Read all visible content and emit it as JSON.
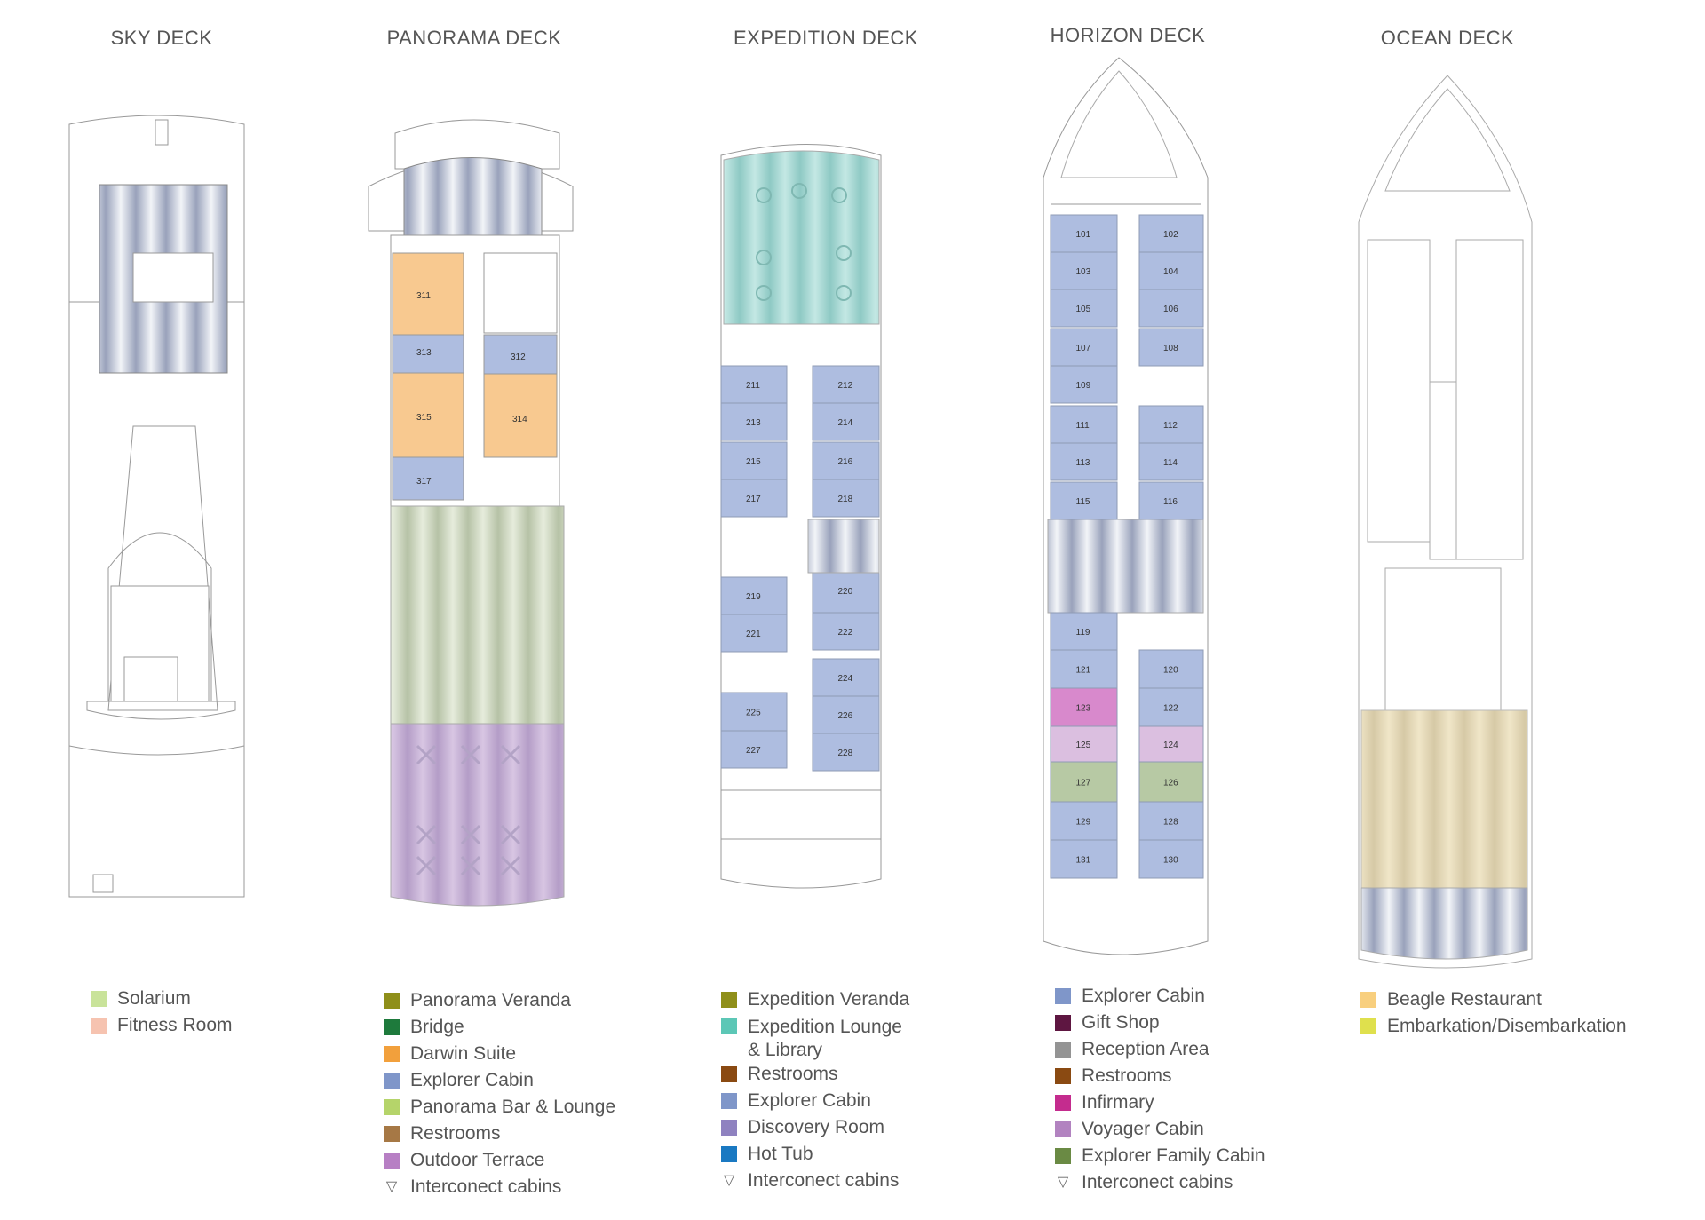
{
  "decks": [
    {
      "id": "sky",
      "title": "SKY DECK"
    },
    {
      "id": "panorama",
      "title": "PANORAMA DECK"
    },
    {
      "id": "expedition",
      "title": "EXPEDITION DECK"
    },
    {
      "id": "horizon",
      "title": "HORIZON DECK"
    },
    {
      "id": "ocean",
      "title": "OCEAN DECK"
    }
  ],
  "colors": {
    "explorer": "#aebde0",
    "darwin": "#f8c990",
    "voyager": "#dbbfe0",
    "infirmary": "#d889cc",
    "family": "#b7c9a4",
    "lounge": "#a9d9d4",
    "bar": "#cfdcc2",
    "terrace": "#cbb3d9",
    "restaurant": "#e8dcb8",
    "glass": "#c8cedc"
  },
  "cabins": {
    "panorama": [
      "311",
      "313",
      "312",
      "315",
      "314",
      "317"
    ],
    "expedition": [
      "211",
      "212",
      "213",
      "214",
      "215",
      "216",
      "217",
      "218",
      "219",
      "220",
      "221",
      "222",
      "224",
      "225",
      "226",
      "227",
      "228"
    ],
    "horizon": [
      "101",
      "102",
      "103",
      "104",
      "105",
      "106",
      "107",
      "108",
      "109",
      "111",
      "112",
      "113",
      "114",
      "115",
      "116",
      "119",
      "121",
      "120",
      "123",
      "122",
      "125",
      "124",
      "127",
      "126",
      "129",
      "128",
      "131",
      "130"
    ]
  },
  "legends": {
    "sky": [
      {
        "label": "Solarium",
        "color": "#c9e39a"
      },
      {
        "label": "Fitness Room",
        "color": "#f6c3b0"
      }
    ],
    "panorama": [
      {
        "label": "Panorama Veranda",
        "color": "#8f8f1a"
      },
      {
        "label": "Bridge",
        "color": "#1e7a3c"
      },
      {
        "label": "Darwin Suite",
        "color": "#f2a03c"
      },
      {
        "label": "Explorer Cabin",
        "color": "#7f96c9"
      },
      {
        "label": "Panorama Bar & Lounge",
        "color": "#b5d46a"
      },
      {
        "label": "Restrooms",
        "color": "#a67845"
      },
      {
        "label": "Outdoor Terrace",
        "color": "#b77fc4"
      },
      {
        "label": "Interconect cabins",
        "icon": "interconnect-icon"
      }
    ],
    "expedition": [
      {
        "label": "Expedition Veranda",
        "color": "#8f8f1a"
      },
      {
        "label": "Expedition Lounge",
        "label2": "& Library",
        "color": "#5cc7b6"
      },
      {
        "label": "Restrooms",
        "color": "#8a4a12"
      },
      {
        "label": "Explorer Cabin",
        "color": "#7f96c9"
      },
      {
        "label": "Discovery Room",
        "color": "#8f82c0"
      },
      {
        "label": "Hot Tub",
        "color": "#1a79c2"
      },
      {
        "label": "Interconect cabins",
        "icon": "interconnect-icon"
      }
    ],
    "horizon": [
      {
        "label": "Explorer Cabin",
        "color": "#7f96c9"
      },
      {
        "label": "Gift Shop",
        "color": "#5e1641"
      },
      {
        "label": "Reception Area",
        "color": "#949494"
      },
      {
        "label": "Restrooms",
        "color": "#8a4a12"
      },
      {
        "label": "Infirmary",
        "color": "#c42c8e"
      },
      {
        "label": "Voyager Cabin",
        "color": "#b283c0"
      },
      {
        "label": "Explorer Family Cabin",
        "color": "#6a8a44"
      },
      {
        "label": "Interconect cabins",
        "icon": "interconnect-icon"
      }
    ],
    "ocean": [
      {
        "label": "Beagle Restaurant",
        "color": "#f8cf7e"
      },
      {
        "label": "Embarkation/Disembarkation",
        "color": "#dfe04d"
      }
    ]
  }
}
